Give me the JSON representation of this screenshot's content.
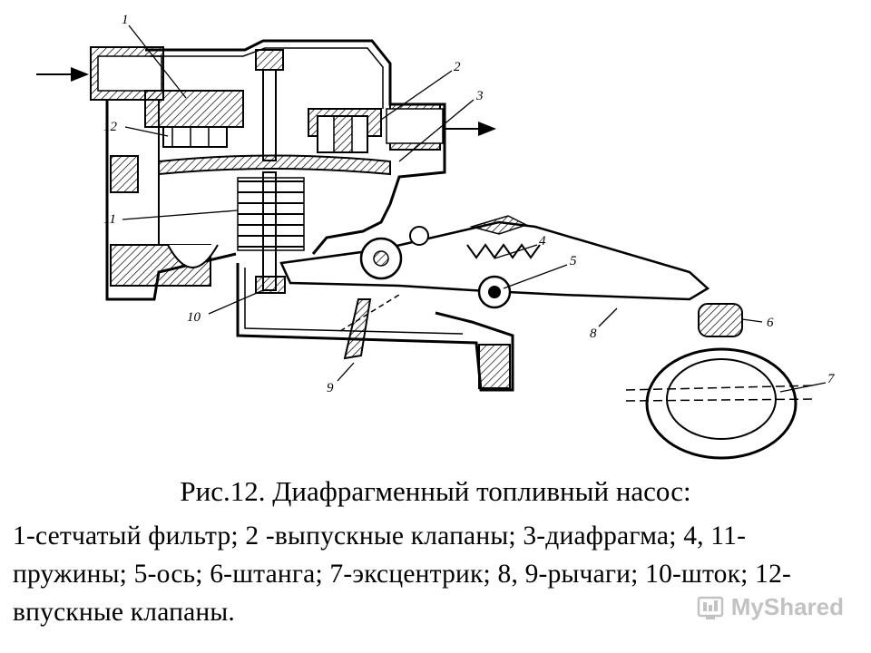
{
  "diagram": {
    "callouts": [
      "1",
      "2",
      "3",
      "4",
      "5",
      "6",
      "7",
      "8",
      "9",
      "10",
      "11",
      "12"
    ]
  },
  "caption": {
    "title": "Рис.12. Диафрагменный топливный насос:",
    "legend": "1-сетчатый фильтр; 2 -выпускные клапаны; 3-диафрагма; 4, 11-пружины; 5-ось; 6-штанга; 7-эксцентрик; 8, 9-рычаги; 10-шток; 12-впускные клапаны."
  },
  "watermark": {
    "text": "MyShared",
    "icon": "myshared-logo-icon"
  }
}
